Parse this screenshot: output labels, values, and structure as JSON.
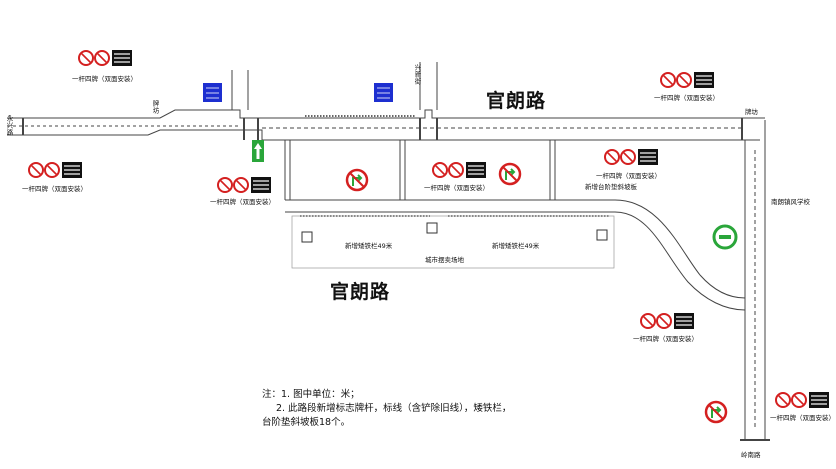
{
  "roads": {
    "main_top": "官朗路",
    "main_bottom": "官朗路",
    "west": "永兴路",
    "bingxin": "兴新街",
    "south": "岭南路"
  },
  "labels": {
    "sign_pole": "一杆四牌（双面安装）",
    "pole_north_mid": "一杆四牌（双面安装）",
    "pole_right_mid": "一杆四牌（双面安装）",
    "pole_tr": "一杆四牌（双面安装）",
    "pole_left": "一杆四牌（双面安装）",
    "pole_tl": "一杆四牌（双面安装）",
    "pole_r1": "一杆四牌（双面安装）",
    "pole_r2": "一杆四牌（双面安装）",
    "paifang_1": "牌坊",
    "paifang_2": "牌坊",
    "ramp_note": "新增台阶垫斜坡板",
    "rail_1": "新增矮铁栏49米",
    "rail_2": "新增矮铁栏49米",
    "market": "城市摆卖场地",
    "school": "南朗镇风学校"
  },
  "notes": {
    "line1": "注：1. 图中单位：米；",
    "line2": "2. 此路段新增标志牌杆，标线（含铲除旧线），矮铁栏，",
    "line3": "台阶垫斜坡板18个。"
  },
  "colors": {
    "prohibit_red": "#d42020",
    "info_blue": "#1d2fd0",
    "guide_green": "#2aa63a",
    "road_line": "#444444"
  }
}
